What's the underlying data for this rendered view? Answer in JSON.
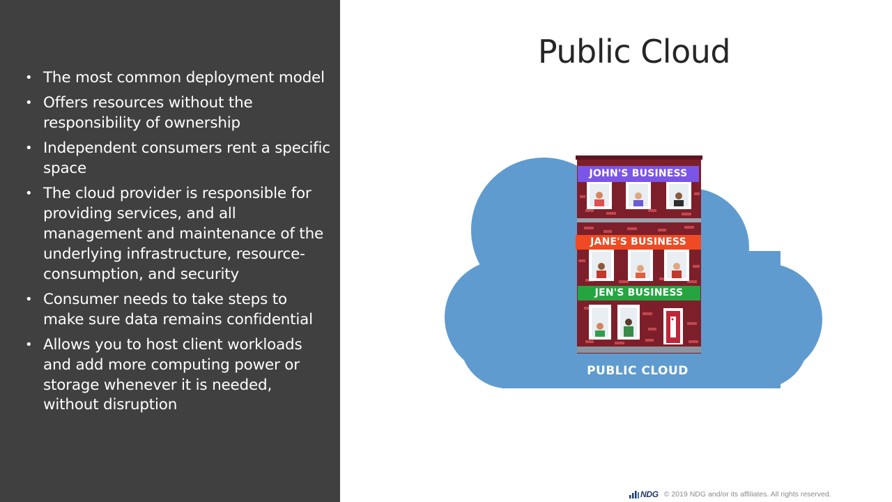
{
  "slide": {
    "title": "Public Cloud",
    "bullets": [
      "The most common deployment model",
      "Offers resources without the responsibility of ownership",
      "Independent consumers rent a specific space",
      "The cloud provider is responsible for providing services, and all management and maintenance of the underlying infrastructure, resource-consumption, and security",
      "Consumer needs to take steps to make sure data remains confidential",
      "Allows you to host client workloads and add more computing power or storage whenever it is needed, without disruption"
    ],
    "bullet_glyph": "•"
  },
  "illustration": {
    "signs": {
      "john": "JOHN'S BUSINESS",
      "jane": "JANE'S BUSINESS",
      "jen": "JEN'S BUSINESS"
    },
    "cloud_label": "PUBLIC CLOUD",
    "colors": {
      "cloud": "#5f9bcf",
      "building": "#7d1f2a",
      "john_sign": "#7b55e6",
      "jane_sign": "#ef4a23",
      "jen_sign": "#24a540"
    }
  },
  "footer": {
    "logo_text": "NDG",
    "copyright": "© 2019 NDG and/or its affiliates. All rights reserved."
  }
}
